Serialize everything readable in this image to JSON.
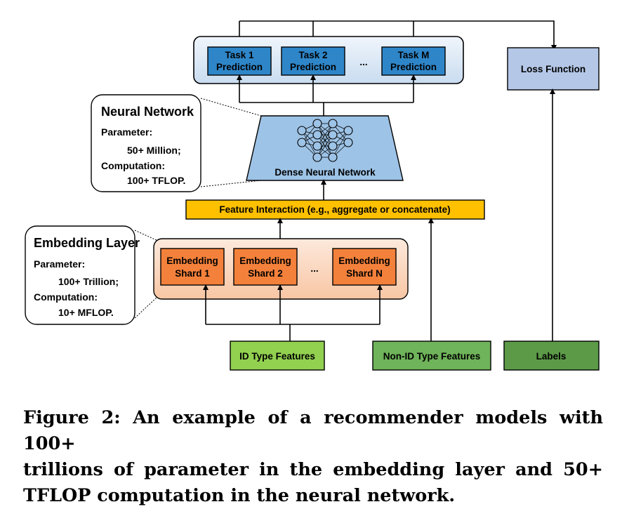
{
  "diagram": {
    "tasks": [
      {
        "line1": "Task 1",
        "line2": "Prediction"
      },
      {
        "line1": "Task 2",
        "line2": "Prediction"
      },
      {
        "line1": "Task M",
        "line2": "Prediction"
      }
    ],
    "tasks_ellipsis": "...",
    "loss_function": "Loss Function",
    "neural_network_callout": {
      "title": "Neural Network",
      "param_label": "Parameter:",
      "param_value": "50+ Million;",
      "comp_label": "Computation:",
      "comp_value": "100+ TFLOP."
    },
    "dense_nn_label": "Dense Neural Network",
    "feature_interaction": "Feature Interaction (e.g., aggregate or concatenate)",
    "embedding_callout": {
      "title": "Embedding Layer",
      "param_label": "Parameter:",
      "param_value": "100+ Trillion;",
      "comp_label": "Computation:",
      "comp_value": "10+ MFLOP."
    },
    "shards": [
      {
        "line1": "Embedding",
        "line2": "Shard 1"
      },
      {
        "line1": "Embedding",
        "line2": "Shard 2"
      },
      {
        "line1": "Embedding",
        "line2": "Shard N"
      }
    ],
    "shards_ellipsis": "...",
    "id_features": "ID Type Features",
    "non_id_features": "Non-ID Type Features",
    "labels": "Labels"
  },
  "caption": {
    "line1": "Figure 2: An example of a recommender models with 100+",
    "line2": "trillions of parameter in the embedding layer and 50+",
    "line3": "TFLOP computation in the neural network."
  },
  "colors": {
    "task_box": "#2e86c9",
    "task_group_bg": "#dde9f6",
    "loss_box": "#b4c7e7",
    "dense_nn": "#9dc3e6",
    "feature_interaction": "#ffc000",
    "shard_box": "#f4813b",
    "shard_group_bg": "#fbd9c4",
    "id_features": "#92d050",
    "non_id_features": "#6fb35a",
    "labels": "#5c9a48"
  }
}
